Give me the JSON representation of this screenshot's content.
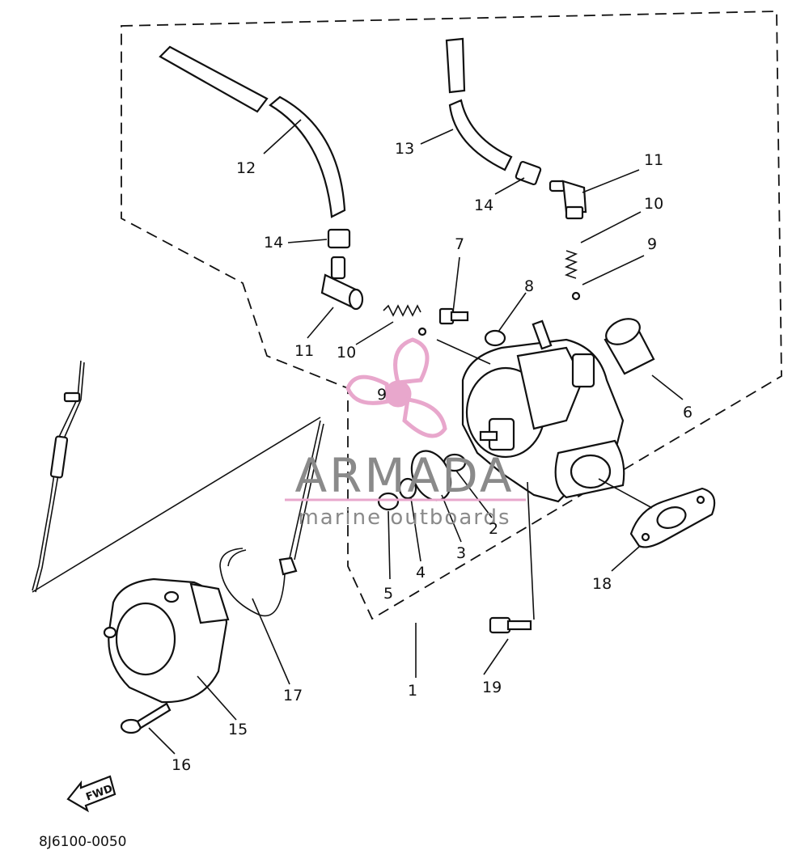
{
  "labels": [
    {
      "id": "1",
      "text": "1"
    },
    {
      "id": "2",
      "text": "2"
    },
    {
      "id": "3",
      "text": "3"
    },
    {
      "id": "4",
      "text": "4"
    },
    {
      "id": "5",
      "text": "5"
    },
    {
      "id": "6",
      "text": "6"
    },
    {
      "id": "7",
      "text": "7"
    },
    {
      "id": "8",
      "text": "8"
    },
    {
      "id": "9a",
      "text": "9"
    },
    {
      "id": "9b",
      "text": "9"
    },
    {
      "id": "10a",
      "text": "10"
    },
    {
      "id": "10b",
      "text": "10"
    },
    {
      "id": "11a",
      "text": "11"
    },
    {
      "id": "11b",
      "text": "11"
    },
    {
      "id": "12",
      "text": "12"
    },
    {
      "id": "13",
      "text": "13"
    },
    {
      "id": "14a",
      "text": "14"
    },
    {
      "id": "14b",
      "text": "14"
    },
    {
      "id": "15",
      "text": "15"
    },
    {
      "id": "16",
      "text": "16"
    },
    {
      "id": "17",
      "text": "17"
    },
    {
      "id": "18",
      "text": "18"
    },
    {
      "id": "19",
      "text": "19"
    }
  ],
  "watermark": {
    "brand": "ARMADA",
    "tagline": "marine outboards",
    "color": "#e8a7cc",
    "icon": "propeller-icon"
  },
  "fwd_label": "FWD",
  "diagram_code": "8J6100-0050"
}
